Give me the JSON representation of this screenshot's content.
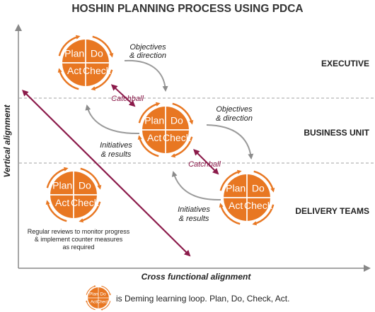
{
  "title": "HOSHIN PLANNING PROCESS USING PDCA",
  "levels": {
    "executive": "EXECUTIVE",
    "business_unit": "BUSINESS UNIT",
    "delivery_teams": "DELIVERY TEAMS"
  },
  "axes": {
    "vertical": "Vertical alignment",
    "horizontal": "Cross functional alignment"
  },
  "pdca": {
    "plan": "Plan",
    "do": "Do",
    "act": "Act",
    "check": "Check"
  },
  "arrow_labels": {
    "objectives_1_line1": "Objectives",
    "objectives_1_line2": "& direction",
    "objectives_2_line1": "Objectives",
    "objectives_2_line2": "& direction",
    "initiatives_1_line1": "Initiatives",
    "initiatives_1_line2": "& results",
    "initiatives_2_line1": "Initiatives",
    "initiatives_2_line2": "& results",
    "catchball_1": "Catchball",
    "catchball_2": "Catchball"
  },
  "note": {
    "line1": "Regular reviews to monitor progress",
    "line2": "& implement counter measures",
    "line3": "as required"
  },
  "legend": {
    "text": "is Deming learning loop. Plan, Do, Check, Act."
  },
  "colors": {
    "orange": "#e87722",
    "dark_orange": "#d2601a",
    "catchball": "#8b1a4a",
    "grey_arrow": "#9a9a9a",
    "dashed_line": "#b5b5b5",
    "axis": "#888888"
  }
}
